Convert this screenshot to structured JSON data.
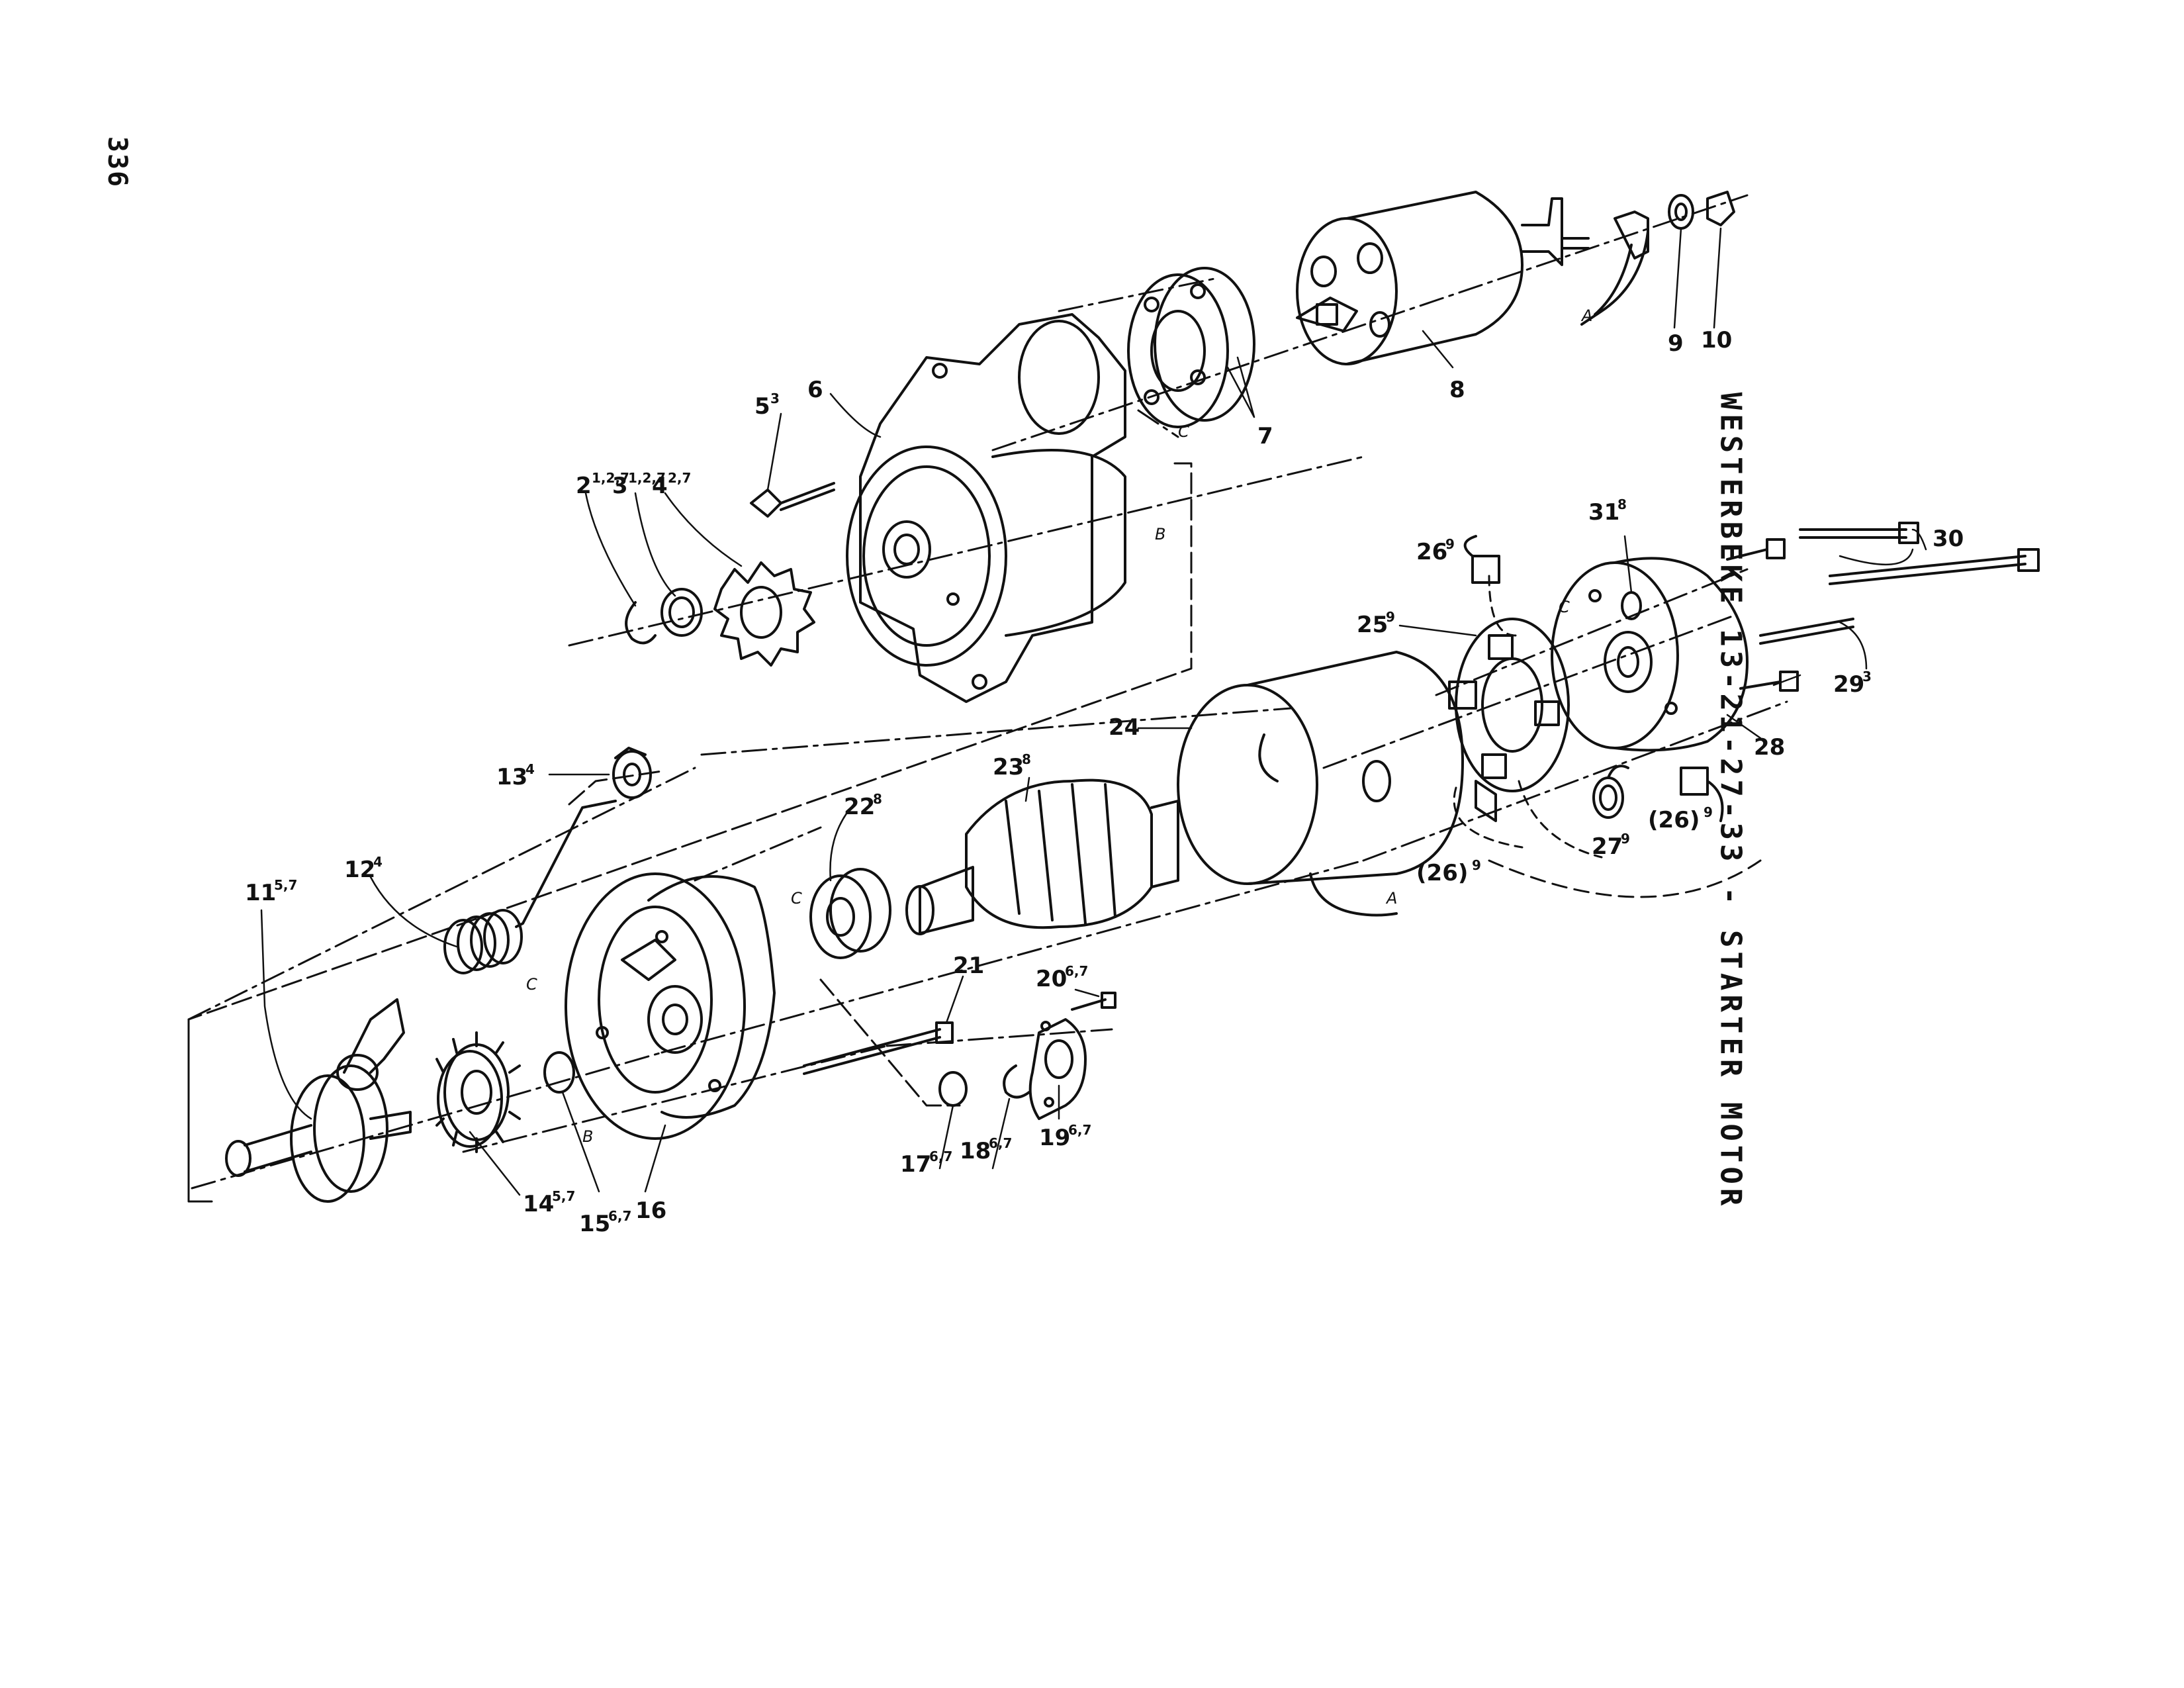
{
  "page": {
    "number": "336"
  },
  "title": {
    "text": "WESTERBEKE 13-21-27-33 - STARTER MOTOR"
  },
  "callouts": [
    {
      "id": "c2",
      "num": "2",
      "sup": "1,2,7"
    },
    {
      "id": "c3",
      "num": "3",
      "sup": "1,2,7"
    },
    {
      "id": "c4",
      "num": "4",
      "sup": "2,7"
    },
    {
      "id": "c5",
      "num": "5",
      "sup": "3"
    },
    {
      "id": "c6",
      "num": "6",
      "sup": ""
    },
    {
      "id": "c7",
      "num": "7",
      "sup": ""
    },
    {
      "id": "c8",
      "num": "8",
      "sup": ""
    },
    {
      "id": "c9",
      "num": "9",
      "sup": ""
    },
    {
      "id": "c10",
      "num": "10",
      "sup": ""
    },
    {
      "id": "c11",
      "num": "11",
      "sup": "5,7"
    },
    {
      "id": "c12",
      "num": "12",
      "sup": "4"
    },
    {
      "id": "c13",
      "num": "13",
      "sup": "4"
    },
    {
      "id": "c14",
      "num": "14",
      "sup": "5,7"
    },
    {
      "id": "c15",
      "num": "15",
      "sup": "6,7"
    },
    {
      "id": "c16",
      "num": "16",
      "sup": ""
    },
    {
      "id": "c17",
      "num": "17",
      "sup": "6,7"
    },
    {
      "id": "c18",
      "num": "18",
      "sup": "6,7"
    },
    {
      "id": "c19",
      "num": "19",
      "sup": "6,7"
    },
    {
      "id": "c20",
      "num": "20",
      "sup": "6,7"
    },
    {
      "id": "c21",
      "num": "21",
      "sup": ""
    },
    {
      "id": "c22",
      "num": "22",
      "sup": "8"
    },
    {
      "id": "c23",
      "num": "23",
      "sup": "8"
    },
    {
      "id": "c24",
      "num": "24",
      "sup": ""
    },
    {
      "id": "c25",
      "num": "25",
      "sup": "9"
    },
    {
      "id": "c26a",
      "num": "26",
      "sup": "9"
    },
    {
      "id": "c26b",
      "num": "(26)",
      "sup": "9"
    },
    {
      "id": "c26c",
      "num": "(26)",
      "sup": "9"
    },
    {
      "id": "c27",
      "num": "27",
      "sup": "9"
    },
    {
      "id": "c28",
      "num": "28",
      "sup": ""
    },
    {
      "id": "c29",
      "num": "29",
      "sup": "3"
    },
    {
      "id": "c30",
      "num": "30",
      "sup": ""
    },
    {
      "id": "c31",
      "num": "31",
      "sup": "8"
    }
  ],
  "refs": [
    {
      "id": "rA1",
      "text": "A"
    },
    {
      "id": "rA2",
      "text": "A"
    },
    {
      "id": "rB1",
      "text": "B"
    },
    {
      "id": "rB2",
      "text": "B"
    },
    {
      "id": "rC1",
      "text": "C"
    },
    {
      "id": "rC2",
      "text": "C"
    },
    {
      "id": "rC3",
      "text": "C"
    },
    {
      "id": "rC4",
      "text": "C"
    }
  ]
}
